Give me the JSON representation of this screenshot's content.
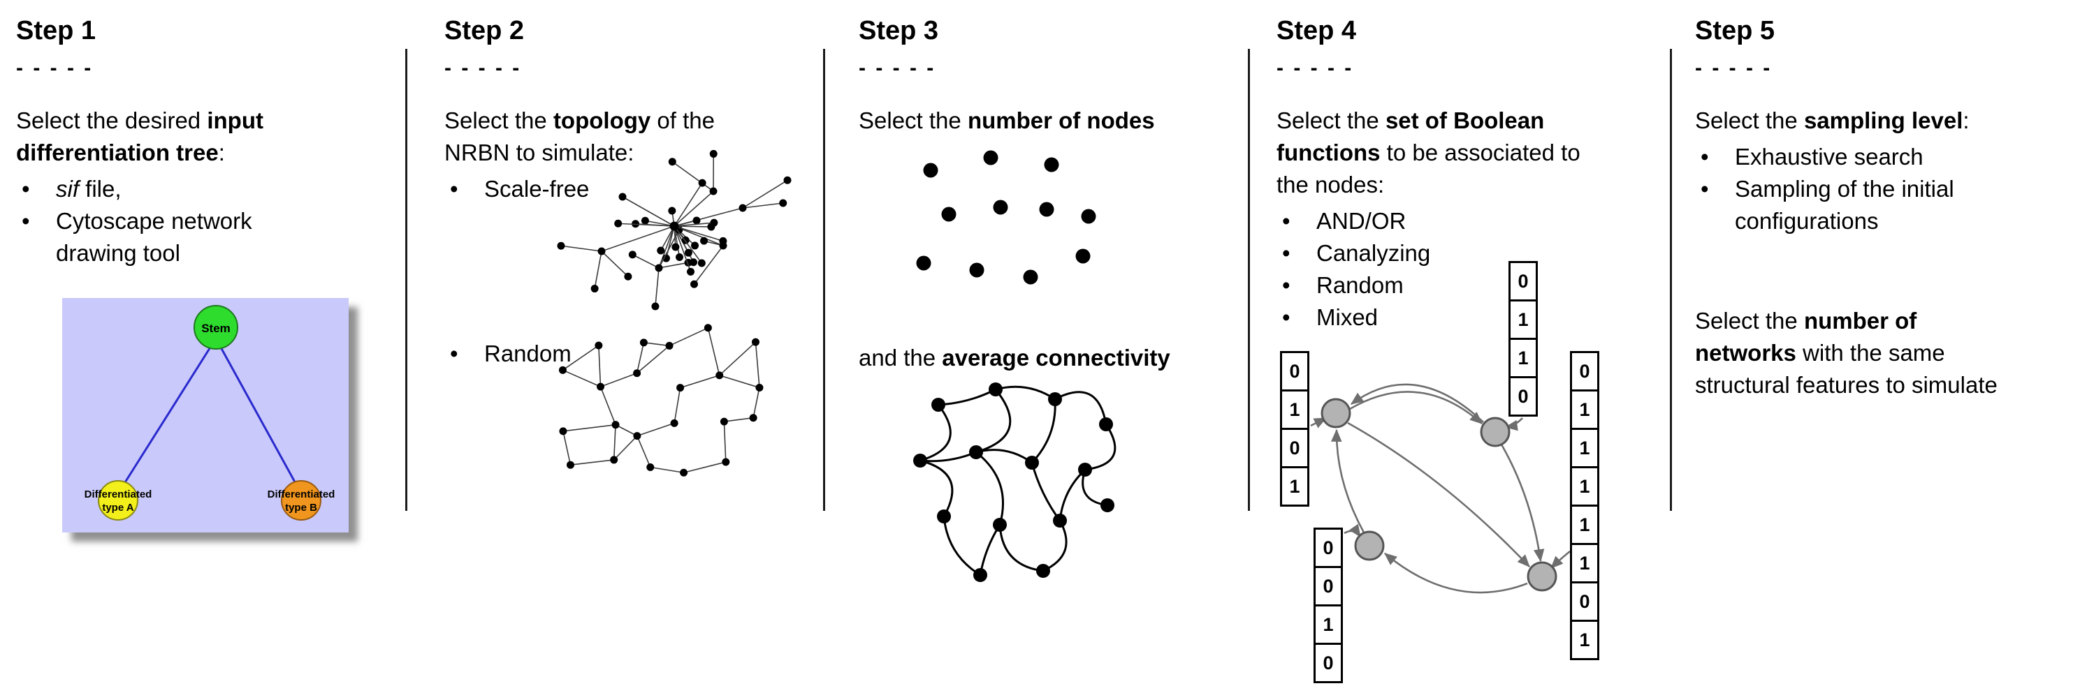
{
  "steps": [
    {
      "title": "Step 1",
      "dashes": "- - - - -",
      "intro": [
        {
          "t": "Select the desired "
        },
        {
          "t": "input\ndifferentiation tree"
        },
        {
          "t": ":"
        }
      ],
      "bullet1_italic": "sif",
      "bullet1_rest": " file,",
      "bullet2": "Cytoscape network\ndrawing tool",
      "tree": {
        "stem_label": "Stem",
        "type_a_line1": "Differentiated",
        "type_a_line2": "type A",
        "type_b_line1": "Differentiated",
        "type_b_line2": "type B",
        "background": "#c9c9fb",
        "stem_color": "#2edc2e",
        "type_a_color": "#f2ef1b",
        "type_b_color": "#f0961e",
        "edge_color": "#2a2ace"
      }
    },
    {
      "title": "Step 2",
      "dashes": "- - - - -",
      "intro": [
        {
          "t": "Select the "
        },
        {
          "t": "topology"
        },
        {
          "t": " of the\nNRBN to simulate:"
        }
      ],
      "bullets": [
        "Scale-free",
        "Random"
      ]
    },
    {
      "title": "Step 3",
      "dashes": "- - - - -",
      "line1": [
        {
          "t": "Select the "
        },
        {
          "t": "number of nodes"
        }
      ],
      "line2": [
        {
          "t": "and the "
        },
        {
          "t": "average connectivity"
        }
      ]
    },
    {
      "title": "Step 4",
      "dashes": "- - - - -",
      "intro": [
        {
          "t": "Select the "
        },
        {
          "t": "set of Boolean\nfunctions"
        },
        {
          "t": " to be associated to\nthe nodes:"
        }
      ],
      "bullets": [
        "AND/OR",
        "Canalyzing",
        "Random",
        "Mixed"
      ],
      "truth_tables": {
        "left": [
          "0",
          "1",
          "0",
          "1"
        ],
        "bottom": [
          "0",
          "0",
          "1",
          "0"
        ],
        "top": [
          "0",
          "1",
          "1",
          "0"
        ],
        "right": [
          "0",
          "1",
          "1",
          "1",
          "1",
          "1",
          "0",
          "1"
        ]
      }
    },
    {
      "title": "Step 5",
      "dashes": "- - - - -",
      "intro": [
        {
          "t": "Select the "
        },
        {
          "t": "sampling level"
        },
        {
          "t": ":"
        }
      ],
      "bullets": [
        "Exhaustive search",
        "Sampling of the initial\nconfigurations"
      ],
      "second": [
        {
          "t": "Select the "
        },
        {
          "t": "number of\nnetworks"
        },
        {
          "t": " with the same\nstructural features to simulate"
        }
      ]
    }
  ]
}
